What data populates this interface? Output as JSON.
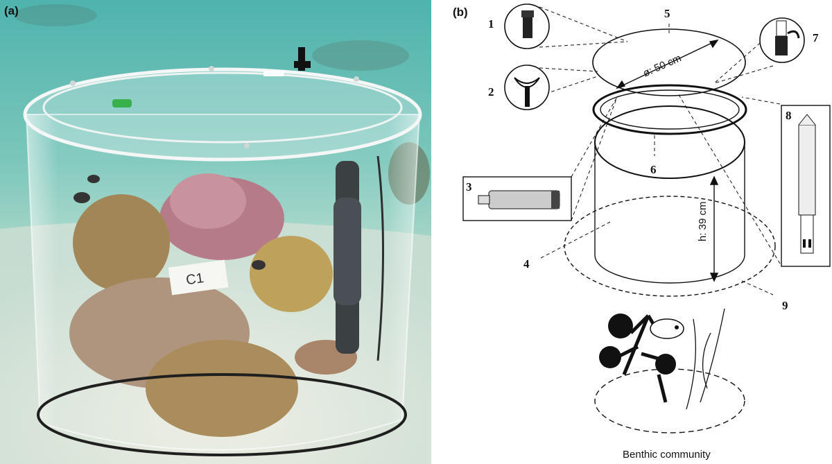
{
  "panels": {
    "a": {
      "label": "(a)",
      "tag_text": "C1"
    },
    "b": {
      "label": "(b)"
    }
  },
  "diagram": {
    "callouts": [
      "1",
      "2",
      "3",
      "4",
      "5",
      "6",
      "7",
      "8",
      "9"
    ],
    "diameter_label": "ø: 50 cm",
    "height_label": "h: 39 cm",
    "community_label": "Benthic community"
  }
}
